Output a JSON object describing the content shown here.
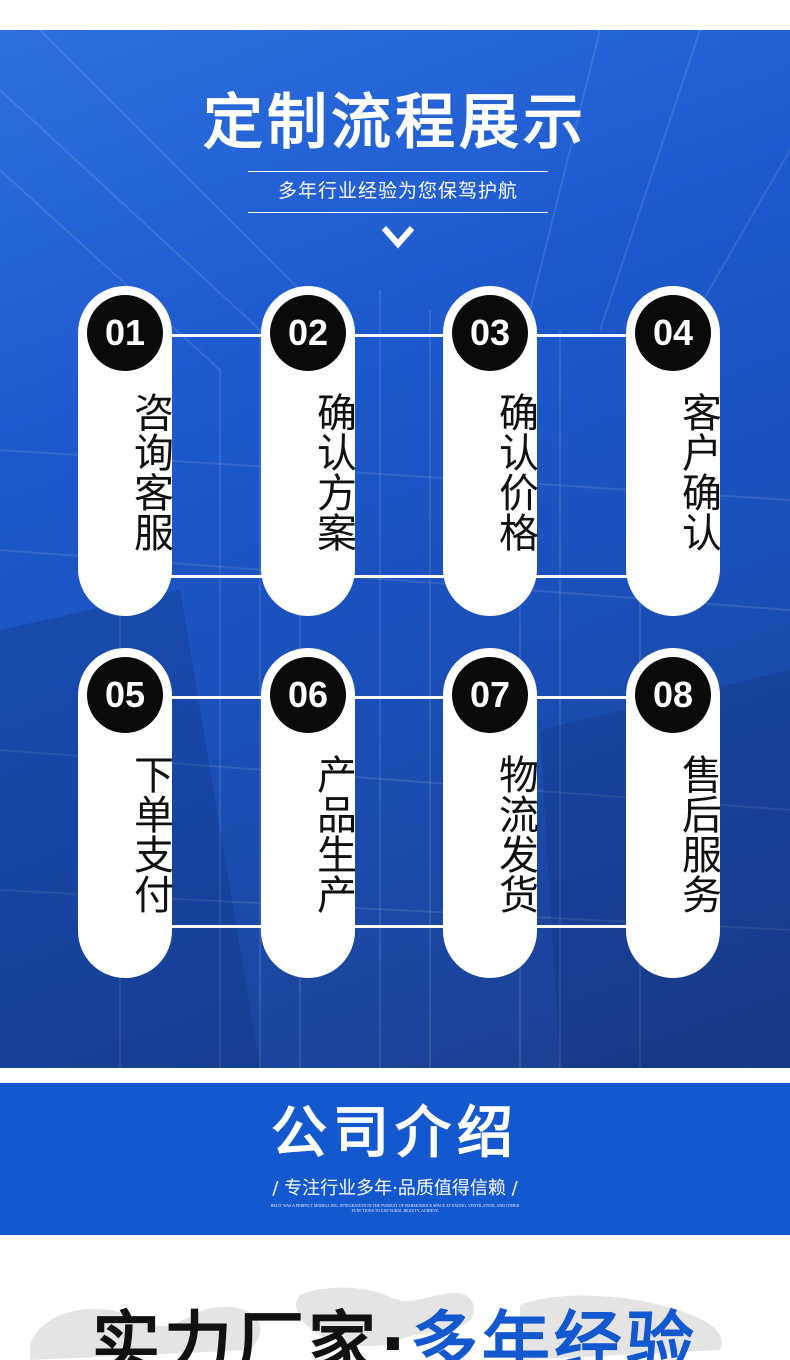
{
  "process": {
    "title": "定制流程展示",
    "subtitle": "多年行业经验为您保驾护航",
    "chevron_icon": "chevron-down-icon",
    "steps": [
      {
        "num": "01",
        "label": "咨询客服"
      },
      {
        "num": "02",
        "label": "确认方案"
      },
      {
        "num": "03",
        "label": "确认价格"
      },
      {
        "num": "04",
        "label": "客户确认"
      },
      {
        "num": "05",
        "label": "下单支付"
      },
      {
        "num": "06",
        "label": "产品生产"
      },
      {
        "num": "07",
        "label": "物流发货"
      },
      {
        "num": "08",
        "label": "售后服务"
      }
    ]
  },
  "intro": {
    "title": "公司介绍",
    "subtitle": "/ 专注行业多年·品质值得信赖 /",
    "tiny": "BELIT WAS A PERFECT MODELLING, INTEGRATION IN THE PURSUIT OF HARMONIOUS SPACE AT EATING, VENTILATION, AND OTHER FUNCTIONS TO EXP SURAL BEAUTY, ACHIEVE"
  },
  "bottom": {
    "title_black": "实力厂家·",
    "title_blue": "多年经验"
  },
  "colors": {
    "brand_blue": "#1458cf",
    "pill_white": "#ffffff",
    "number_circle": "#0a0a0a"
  }
}
